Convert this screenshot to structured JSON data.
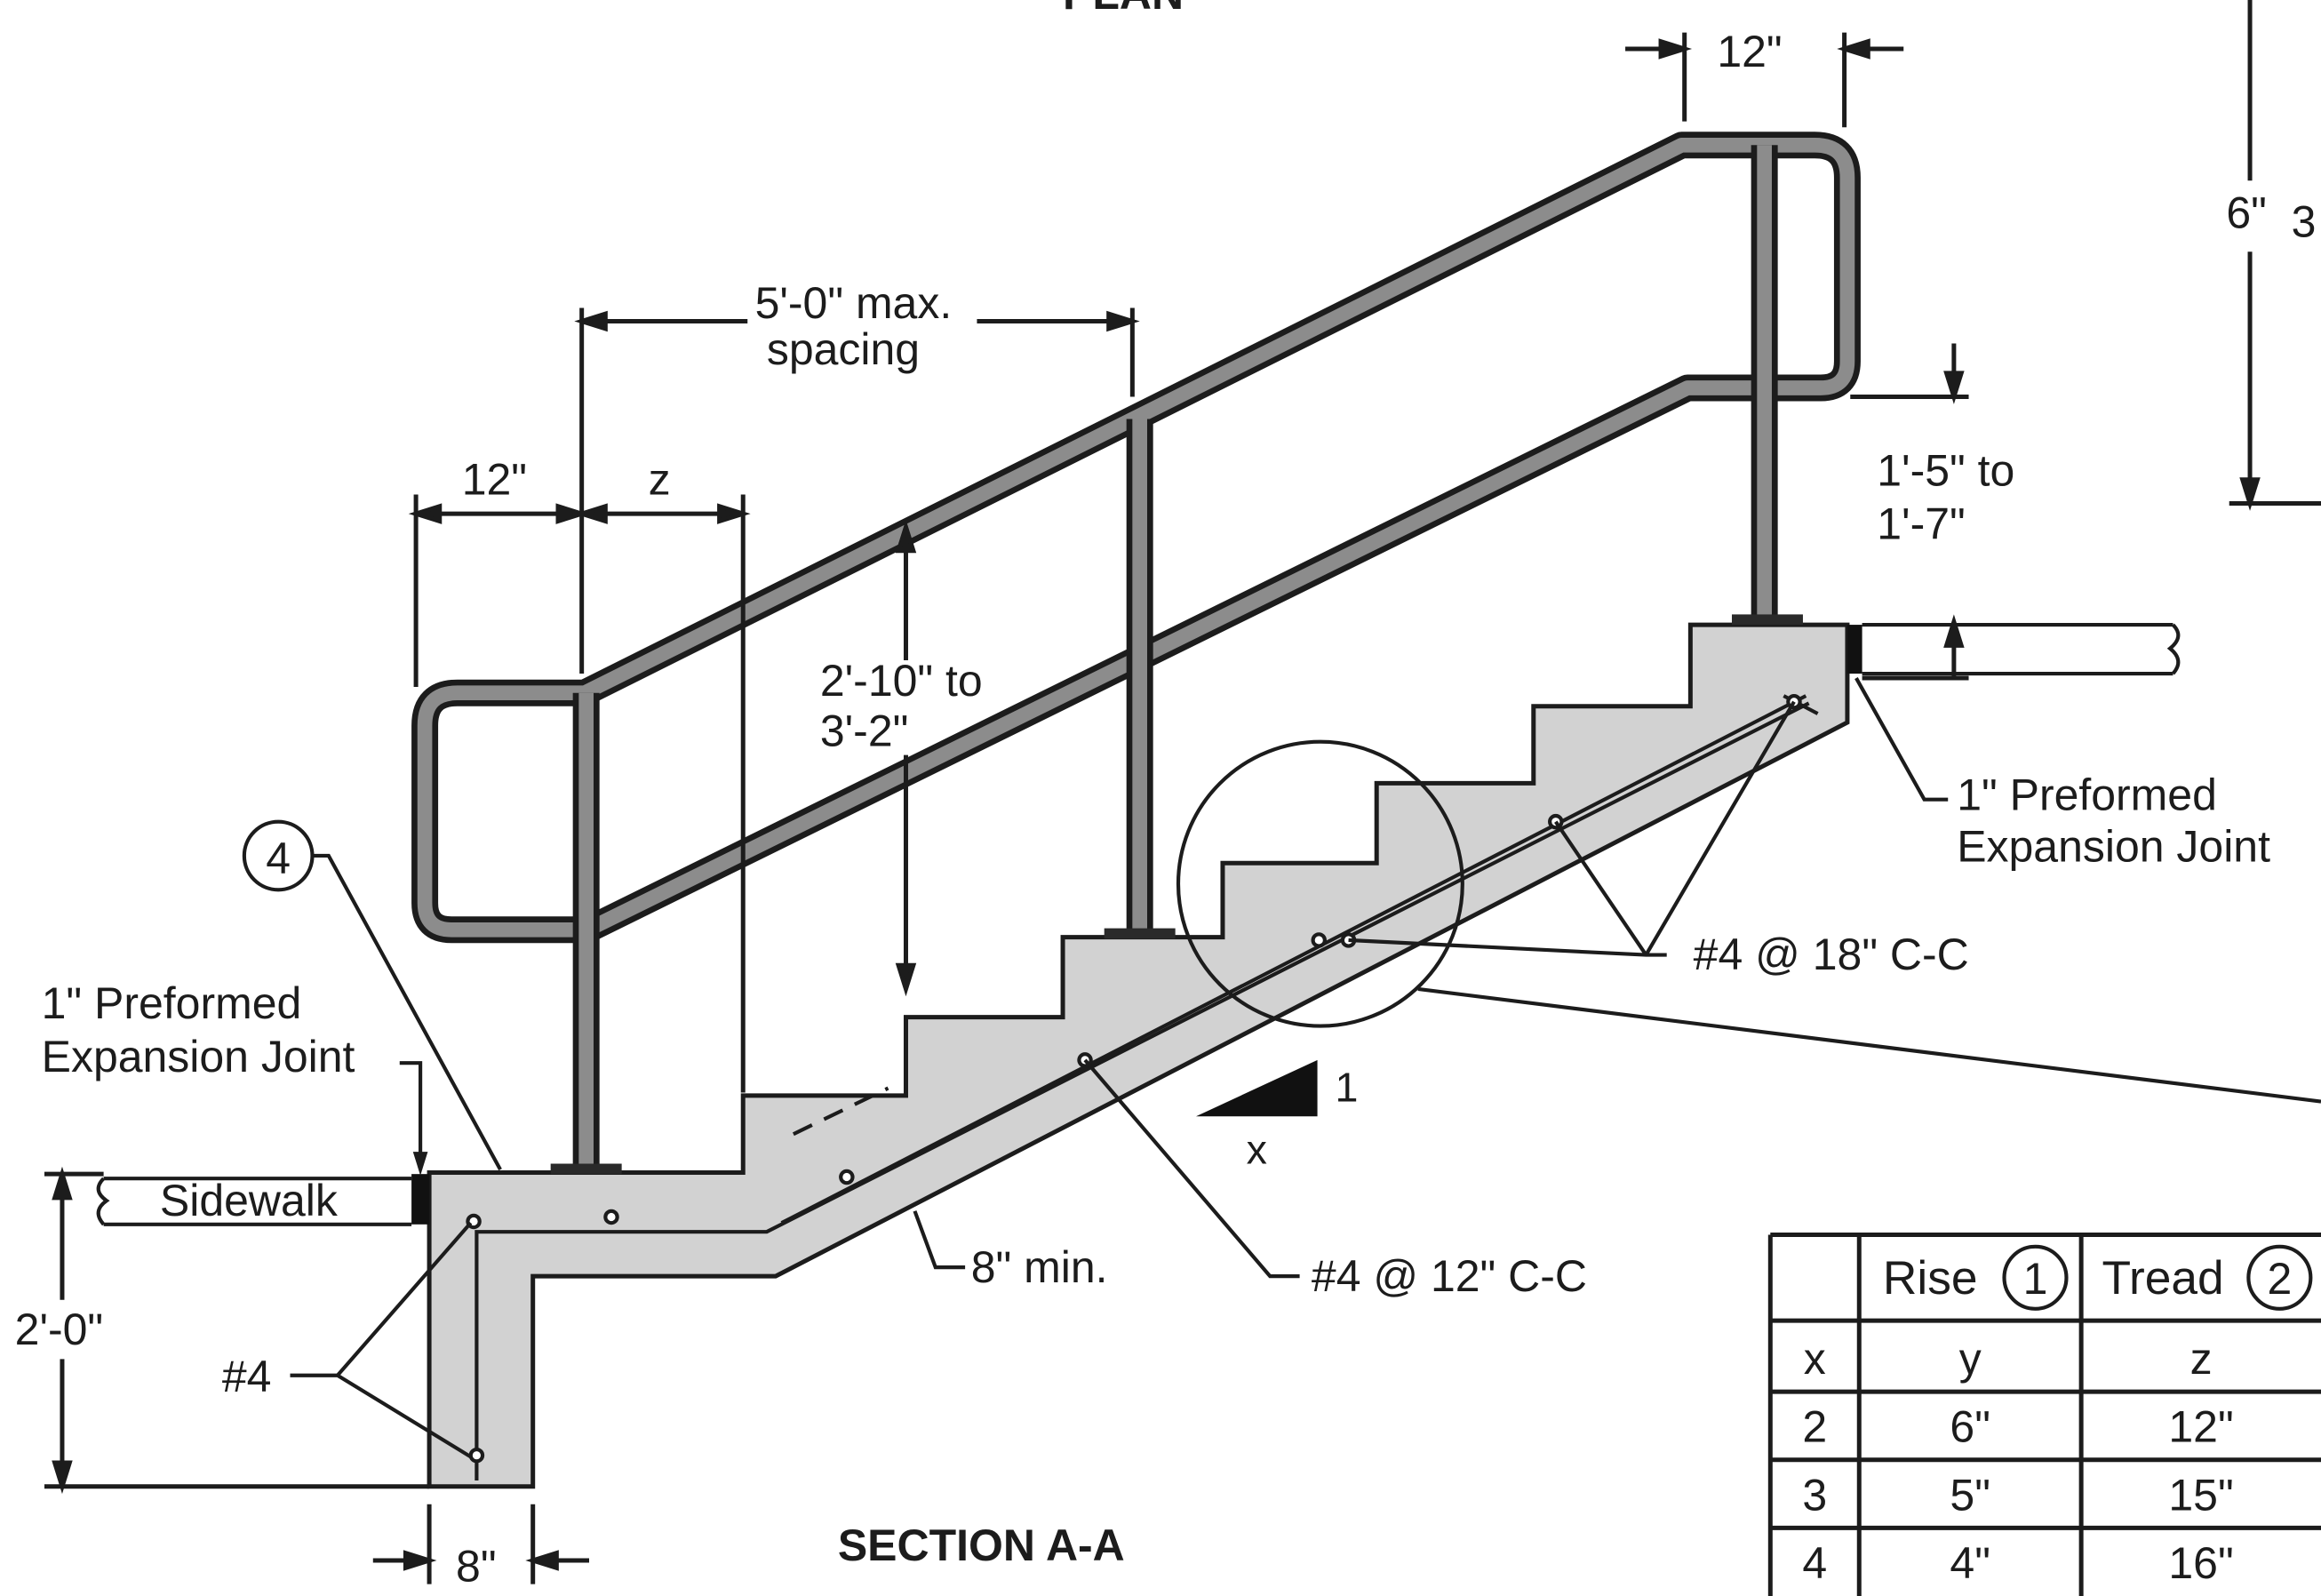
{
  "top_cut_label": "PLAN",
  "right_edge_text": {
    "six": "6\"",
    "three": "3"
  },
  "dimensions": {
    "top_rail_width": "12\"",
    "post_spacing_line1": "5'-0\" max.",
    "post_spacing_line2": "spacing",
    "lower_left_width": "12\"",
    "tread_z": "z",
    "rail_height_line1": "2'-10\" to",
    "rail_height_line2": "3'-2\"",
    "top_rail_height_line1": "1'-5\" to",
    "top_rail_height_line2": "1'-7\"",
    "footing_depth": "2'-0\"",
    "footing_width": "8\"",
    "slab_min": "8\" min."
  },
  "callouts": {
    "detail_number": "4",
    "joint_left_line1": "1\" Preformed",
    "joint_left_line2": "Expansion Joint",
    "joint_right_line1": "1\" Preformed",
    "joint_right_line2": "Expansion Joint",
    "sidewalk": "Sidewalk",
    "bar_4": "#4",
    "bar_18": "#4 @ 18\" C-C",
    "bar_12": "#4 @ 12\" C-C",
    "slope_rise": "1",
    "slope_run": "x"
  },
  "section_title": "SECTION A-A",
  "table": {
    "headers": [
      {
        "text": "",
        "badge": ""
      },
      {
        "text": "Rise",
        "badge": "1"
      },
      {
        "text": "Tread",
        "badge": "2"
      }
    ],
    "subheaders": [
      "x",
      "y",
      "z"
    ],
    "rows": [
      [
        "2",
        "6\"",
        "12\""
      ],
      [
        "3",
        "5\"",
        "15\""
      ],
      [
        "4",
        "4\"",
        "16\""
      ]
    ]
  }
}
